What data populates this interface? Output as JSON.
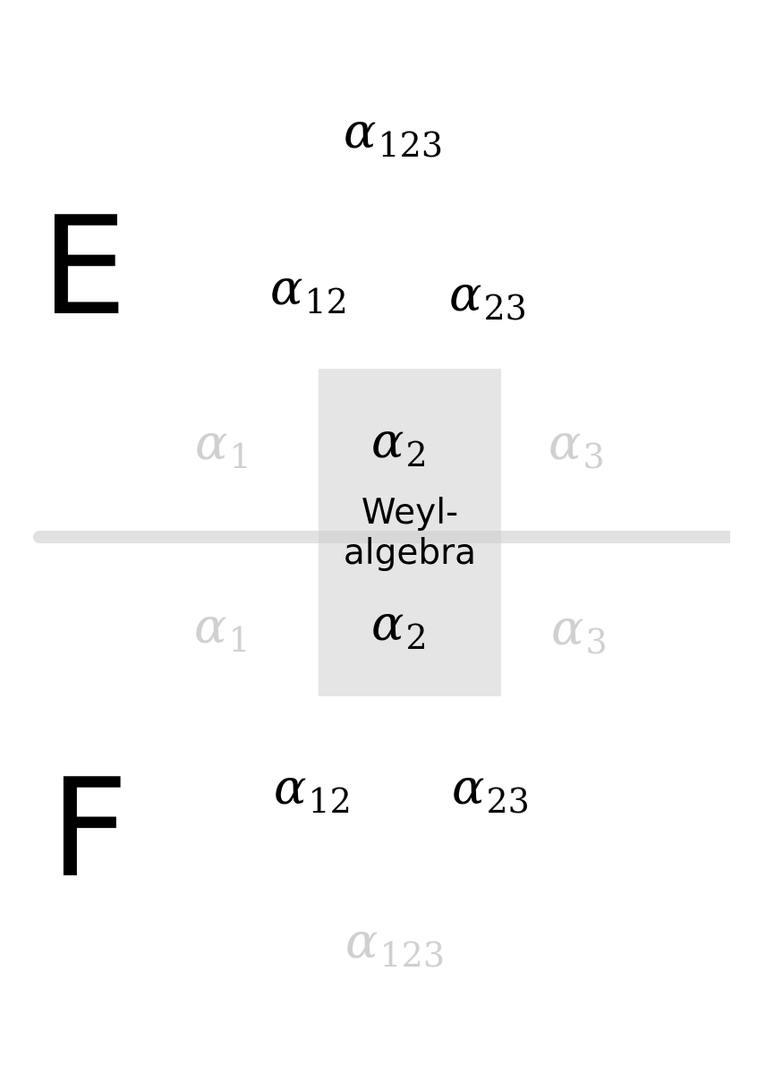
{
  "labels": {
    "e": "E",
    "f": "F",
    "weyl_line1": "Weyl-",
    "weyl_line2": "algebra"
  },
  "roots": {
    "symbol": "α",
    "e_top": "123",
    "e_12": "12",
    "e_23": "23",
    "mid_upper_1": "1",
    "mid_upper_2": "2",
    "mid_upper_3": "3",
    "mid_lower_1": "1",
    "mid_lower_2": "2",
    "mid_lower_3": "3",
    "f_12": "12",
    "f_23": "23",
    "f_bottom": "123"
  },
  "colors": {
    "active": "#000000",
    "inactive": "#d0d0d0",
    "weyl_box": "#e5e5e5"
  }
}
